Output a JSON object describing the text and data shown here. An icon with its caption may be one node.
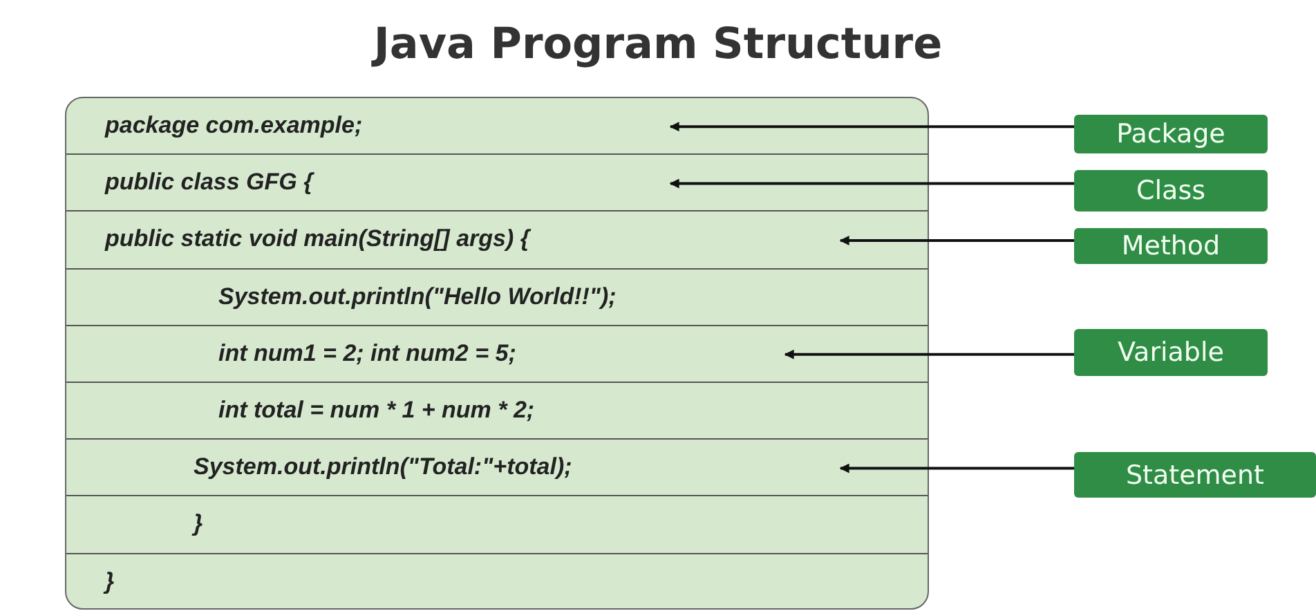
{
  "diagram": {
    "title": "Java Program Structure",
    "nodes": [
      {
        "text": [],
        "shape": "box"
      },
      {
        "text": [
          "package com.example;"
        ],
        "in": 0
      },
      {
        "text": [
          "public class GFG {"
        ],
        "in": 0
      },
      {
        "text": [
          "public static void main(String[] args) {"
        ],
        "in": 0
      },
      {
        "text": [
          "System.out.println(\"Hello World!!\");"
        ],
        "in": 0
      },
      {
        "text": [
          "int num1 = 2; int num2 = 5;"
        ],
        "in": 0
      },
      {
        "text": [
          "int total = num * 1 + num * 2;"
        ],
        "in": 0
      },
      {
        "text": [
          "System.out.println(\"Total:\"+total);"
        ],
        "in": 0
      },
      {
        "text": [
          "}"
        ],
        "in": 0
      },
      {
        "text": [
          "}"
        ],
        "in": 0
      },
      {
        "text": [
          "Package"
        ]
      },
      {
        "text": [
          "Class"
        ]
      },
      {
        "text": [
          "Method"
        ]
      },
      {
        "text": [
          "Variable"
        ]
      },
      {
        "text": [
          "Statement"
        ]
      }
    ],
    "edges": [
      {
        "from": 10,
        "to": 1,
        "arrow": "to"
      },
      {
        "from": 11,
        "to": 2,
        "arrow": "to"
      },
      {
        "from": 12,
        "to": 3,
        "arrow": "to"
      },
      {
        "from": 13,
        "to": 5,
        "arrow": "to"
      },
      {
        "from": 14,
        "to": 7,
        "arrow": "to"
      }
    ]
  }
}
